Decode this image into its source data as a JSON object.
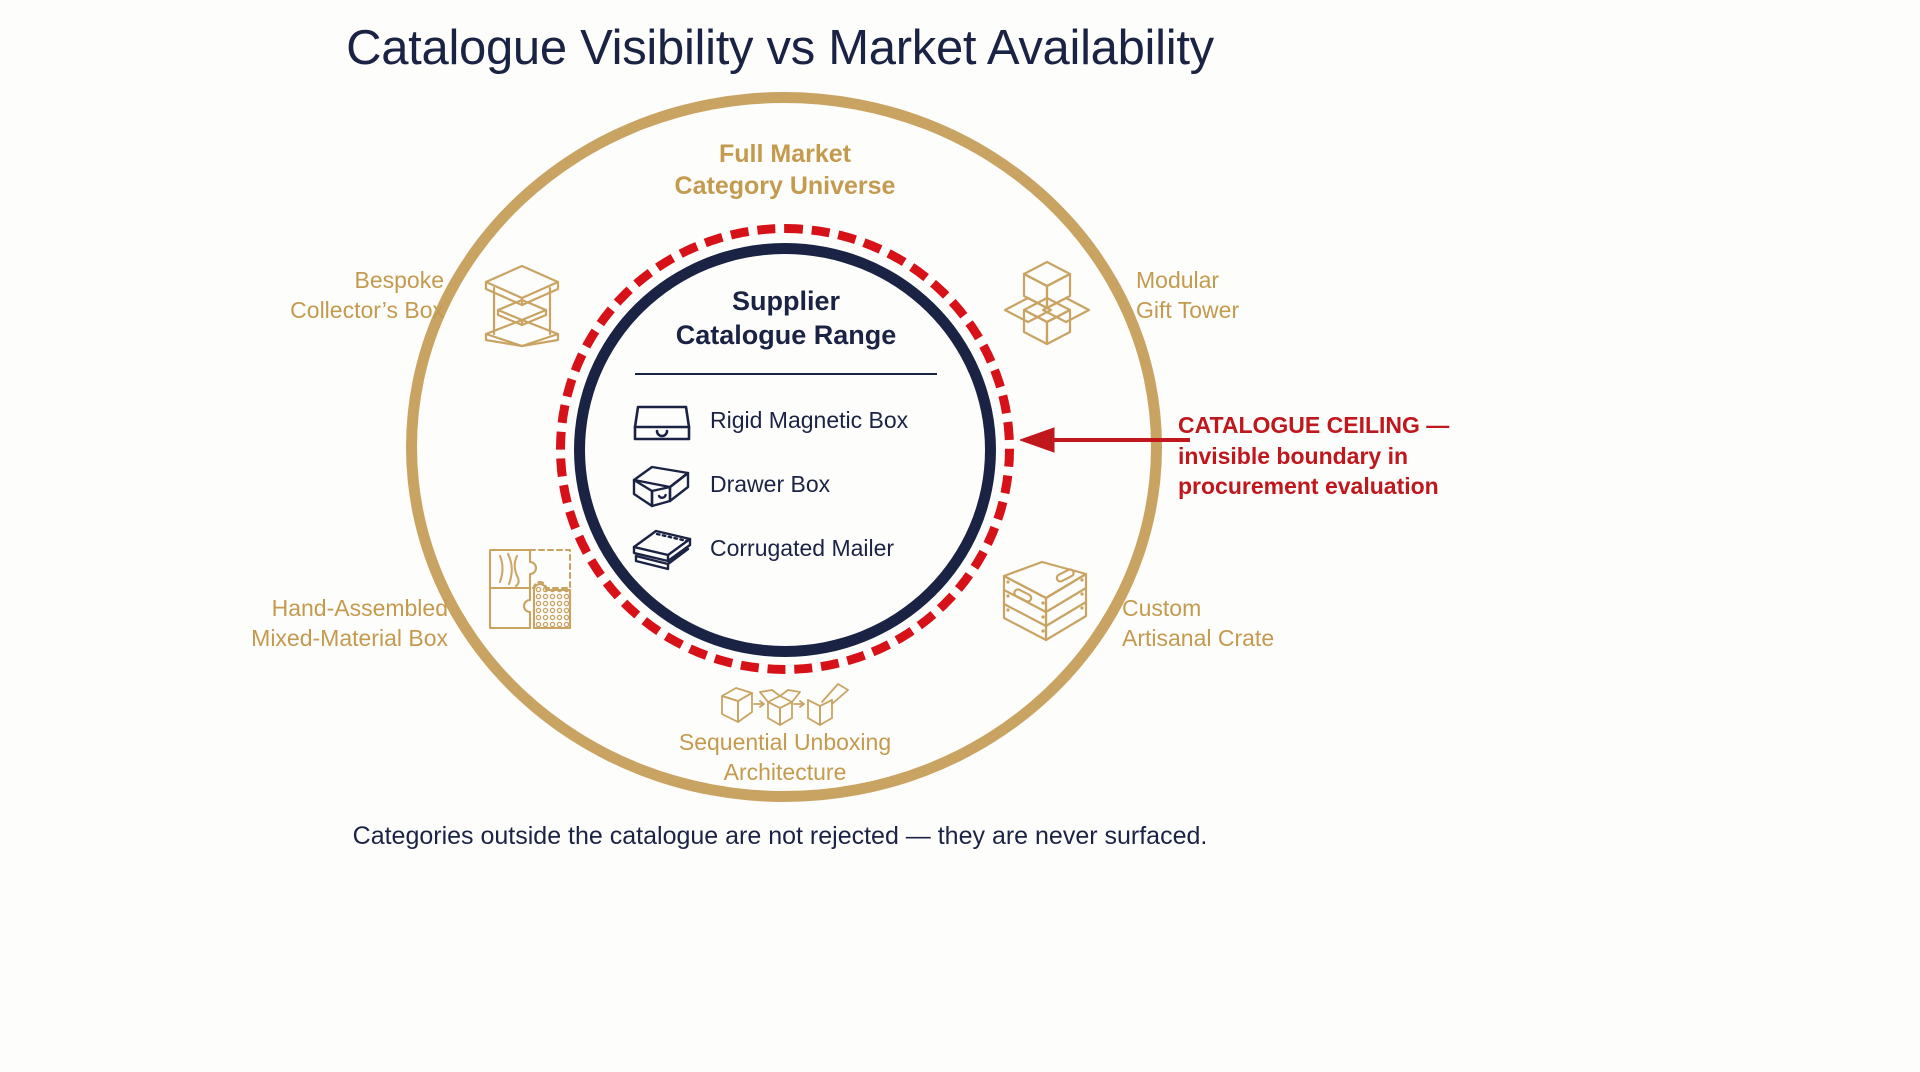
{
  "title": "Catalogue Visibility vs Market Availability",
  "universe": {
    "label_line1": "Full Market",
    "label_line2": "Category Universe",
    "color": "#c49a4e"
  },
  "catalogue": {
    "heading_line1": "Supplier",
    "heading_line2": "Catalogue Range",
    "color": "#1b2344",
    "items": [
      {
        "label": "Rigid Magnetic Box",
        "icon": "rigid-magnetic-box-icon"
      },
      {
        "label": "Drawer Box",
        "icon": "drawer-box-icon"
      },
      {
        "label": "Corrugated Mailer",
        "icon": "corrugated-mailer-icon"
      }
    ]
  },
  "ceiling": {
    "ring_color": "#d61118",
    "text_color": "#c0171c",
    "line1": "CATALOGUE CEILING —",
    "line2": "invisible boundary in",
    "line3": "procurement evaluation"
  },
  "outer_categories": [
    {
      "id": "bespoke",
      "line1": "Bespoke",
      "line2": "Collector’s Box",
      "icon": "layered-exploded-box-icon"
    },
    {
      "id": "modular",
      "line1": "Modular",
      "line2": "Gift Tower",
      "icon": "stacked-cubes-icon"
    },
    {
      "id": "handassembled",
      "line1": "Hand-Assembled",
      "line2": "Mixed-Material Box",
      "icon": "puzzle-materials-icon"
    },
    {
      "id": "crate",
      "line1": "Custom",
      "line2": "Artisanal Crate",
      "icon": "wooden-crate-icon"
    },
    {
      "id": "sequential",
      "line1": "Sequential Unboxing",
      "line2": "Architecture",
      "icon": "sequential-unboxing-icon"
    }
  ],
  "footer": {
    "caption": "Categories outside the catalogue are not rejected — they are never surfaced."
  },
  "palette": {
    "gold": "#c9a362",
    "navy": "#1b2344",
    "red": "#d61118",
    "background": "#fdfdfc"
  }
}
